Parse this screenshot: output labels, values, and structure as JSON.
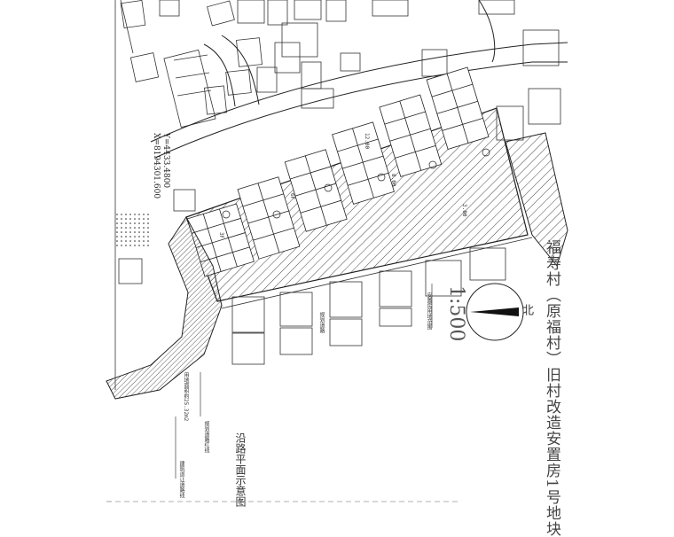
{
  "title": "福寿村（原福村）旧村改造安置房1号地块",
  "scale_label": "1:500",
  "north_label": "北",
  "orientation_label": "沿路平面示意图",
  "coordinates": {
    "x": "X=8194301.600",
    "y": "Y=4433.4800"
  },
  "small_notes": [
    "安置房用地范围",
    "规划道路",
    "3F",
    "6F",
    "8.00",
    "12.00",
    "3.00"
  ],
  "road_notes": [
    "用地面积約25.32m2",
    "规划道路红线",
    "建筑退让道路线"
  ],
  "colors": {
    "line": "#222222",
    "hatch": "#333333",
    "background": "#ffffff",
    "north_fill": "#111111"
  }
}
